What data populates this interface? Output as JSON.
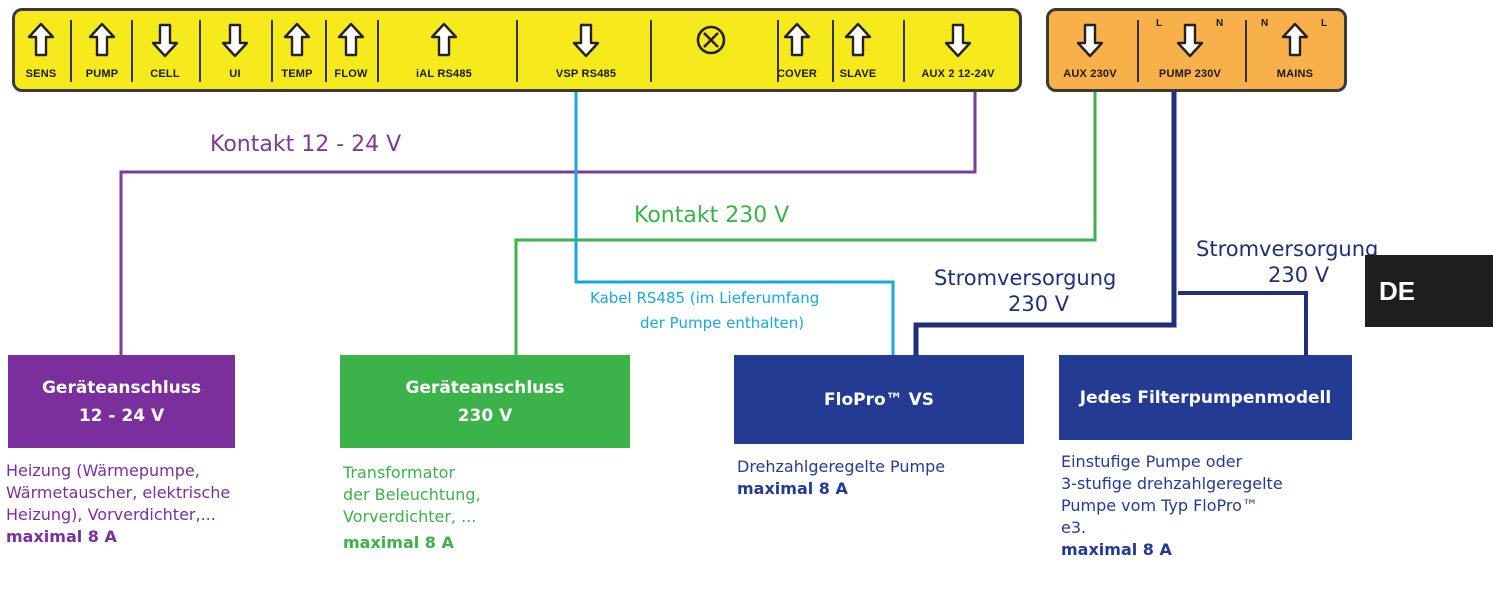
{
  "terminals_yellow": [
    {
      "label": "SENS",
      "dir": "up"
    },
    {
      "label": "PUMP",
      "dir": "up"
    },
    {
      "label": "CELL",
      "dir": "down"
    },
    {
      "label": "UI",
      "dir": "down"
    },
    {
      "label": "TEMP",
      "dir": "up"
    },
    {
      "label": "FLOW",
      "dir": "up"
    },
    {
      "label": "iAL RS485",
      "dir": "up"
    },
    {
      "label": "VSP RS485",
      "dir": "down"
    },
    {
      "label": "",
      "dir": "cross"
    },
    {
      "label": "COVER",
      "dir": "up"
    },
    {
      "label": "SLAVE",
      "dir": "up"
    },
    {
      "label": "AUX 2 12-24V",
      "dir": "down"
    }
  ],
  "terminals_orange": [
    {
      "label": "AUX 230V",
      "dir": "down"
    },
    {
      "label": "PUMP 230V",
      "dir": "down",
      "pol_left": "L",
      "pol_right": "N"
    },
    {
      "label": "MAINS",
      "dir": "up",
      "pol_left": "N",
      "pol_right": "L"
    }
  ],
  "wires": {
    "aux2": {
      "label": "Kontakt 12 - 24 V",
      "color": "#7b3a9c"
    },
    "aux230": {
      "label": "Kontakt 230 V",
      "color": "#3cb24a"
    },
    "rs485": {
      "label_line1": "Kabel RS485 (im Lieferumfang",
      "label_line2": "der Pumpe enthalten)",
      "color": "#1aa8dc"
    },
    "power1": {
      "label_line1": "Stromversorgung",
      "label_line2": "230 V",
      "color": "#1f2f7a"
    },
    "power2": {
      "label_line1": "Stromversorgung",
      "label_line2": "230 V",
      "color": "#1f2f7a"
    }
  },
  "boxes": [
    {
      "title_line1": "Geräteanschluss",
      "title_line2": "12 - 24 V",
      "color": "#7b2f9c",
      "desc": [
        "Heizung (Wärmepumpe,",
        "Wärmetauscher, elektrische",
        "Heizung), Vorverdichter,..."
      ],
      "max": "maximal 8 A",
      "desc_color": "#7b2f9c"
    },
    {
      "title_line1": "Geräteanschluss",
      "title_line2": "230 V",
      "color": "#3cb24a",
      "desc": [
        "Transformator",
        "der Beleuchtung,",
        "Vorverdichter, ..."
      ],
      "max": "maximal 8 A",
      "desc_color": "#3cb24a"
    },
    {
      "title_line1": "FloPro™ VS",
      "title_line2": "",
      "color": "#243b93",
      "desc": [
        "Drehzahlgeregelte Pumpe"
      ],
      "max": "maximal 8 A",
      "desc_color": "#243b93"
    },
    {
      "title_line1": "Jedes Filterpumpenmodell",
      "title_line2": "",
      "color": "#243b93",
      "desc": [
        "Einstufige Pumpe oder",
        "3-stufige drehzahlgeregelte",
        "Pumpe vom Typ FloPro™",
        "e3."
      ],
      "max": "maximal 8 A",
      "desc_color": "#243b93"
    }
  ],
  "language_tab": "DE"
}
